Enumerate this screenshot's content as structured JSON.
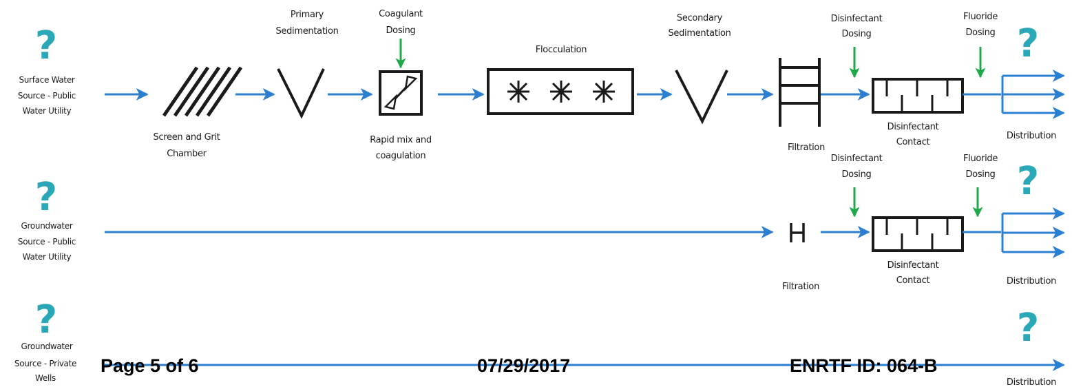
{
  "colors": {
    "flow": "#2a7fd0",
    "dosing": "#1fa84a",
    "question": "#2aa8b8",
    "equipment": "#1a1a1a"
  },
  "rows": [
    {
      "source_lines": [
        "Surface Water",
        "Source - Public",
        "Water Utility"
      ],
      "question_mark": "?",
      "distribution_label": "Distribution"
    },
    {
      "source_lines": [
        "Groundwater",
        "Source - Public",
        "Water Utility"
      ],
      "question_mark": "?",
      "distribution_label": "Distribution"
    },
    {
      "source_lines": [
        "Groundwater",
        "Source - Private",
        "Wells"
      ],
      "question_mark": "?",
      "distribution_label": "Distribution"
    }
  ],
  "row1_steps": {
    "screen_grit": [
      "Screen and Grit",
      "Chamber"
    ],
    "primary_sedimentation": [
      "Primary",
      "Sedimentation"
    ],
    "coagulant_dosing": [
      "Coagulant",
      "Dosing"
    ],
    "rapid_mix": [
      "Rapid mix and",
      "coagulation"
    ],
    "flocculation": "Flocculation",
    "secondary_sedimentation": [
      "Secondary",
      "Sedimentation"
    ],
    "filtration": "Filtration",
    "disinfectant_dosing": [
      "Disinfectant",
      "Dosing"
    ],
    "disinfectant_contact": [
      "Disinfectant",
      "Contact"
    ],
    "fluoride_dosing": [
      "Fluoride",
      "Dosing"
    ]
  },
  "row2_steps": {
    "filtration": "Filtration",
    "disinfectant_dosing": [
      "Disinfectant",
      "Dosing"
    ],
    "disinfectant_contact": [
      "Disinfectant",
      "Contact"
    ],
    "fluoride_dosing": [
      "Fluoride",
      "Dosing"
    ]
  },
  "footer": {
    "page": "Page 5 of 6",
    "date": "07/29/2017",
    "id": "ENRTF ID: 064-B"
  }
}
